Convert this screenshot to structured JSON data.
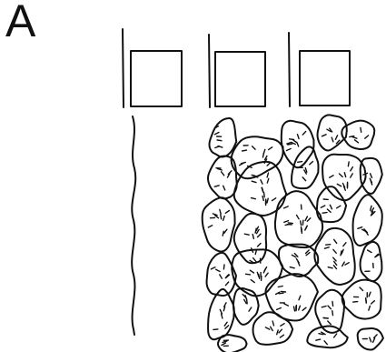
{
  "figure": {
    "panel_label": "A",
    "ink_color": "#111111",
    "background": "#ffffff"
  },
  "elements": {
    "probes": {
      "count": 3
    },
    "wavy_line": {
      "present": true
    },
    "cell_cluster": {
      "approx_cell_count": 29
    }
  }
}
